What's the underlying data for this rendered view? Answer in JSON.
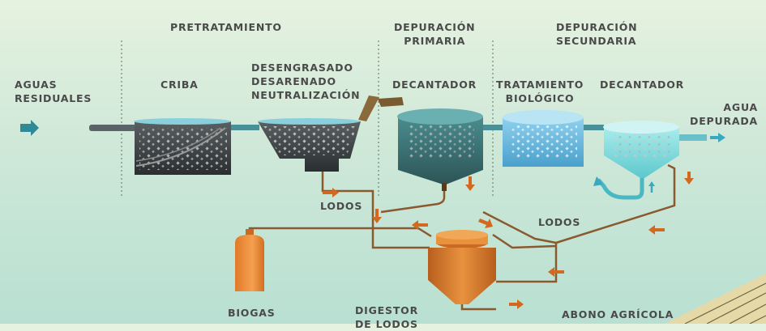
{
  "sections": {
    "pretreatment": "PRETRATAMIENTO",
    "primary": [
      "DEPURACIÓN",
      "PRIMARIA"
    ],
    "secondary": [
      "DEPURACIÓN",
      "SECUNDARIA"
    ]
  },
  "stages": {
    "inlet": [
      "AGUAS",
      "RESIDUALES"
    ],
    "screen": "CRIBA",
    "degreasing": [
      "DESENGRASADO",
      "DESARENADO",
      "NEUTRALIZACIÓN"
    ],
    "decanter_primary": "DECANTADOR",
    "biological": [
      "TRATAMIENTO",
      "BIOLÓGICO"
    ],
    "decanter_secondary": "DECANTADOR",
    "outlet": [
      "AGUA",
      "DEPURADA"
    ]
  },
  "products": {
    "sludge_1": "LODOS",
    "sludge_2": "LODOS",
    "biogas": "BIOGAS",
    "digester": [
      "DIGESTOR",
      "DE LODOS"
    ],
    "fertilizer": "ABONO AGRÍCOLA"
  },
  "colors": {
    "pipe": "#8a5a2e",
    "arrow": "#d2691e",
    "water_arrow": "#3aa8c0",
    "biogas_tank": "#e8893a",
    "digester": "#d97b2c",
    "text": "#4a4a4a"
  }
}
